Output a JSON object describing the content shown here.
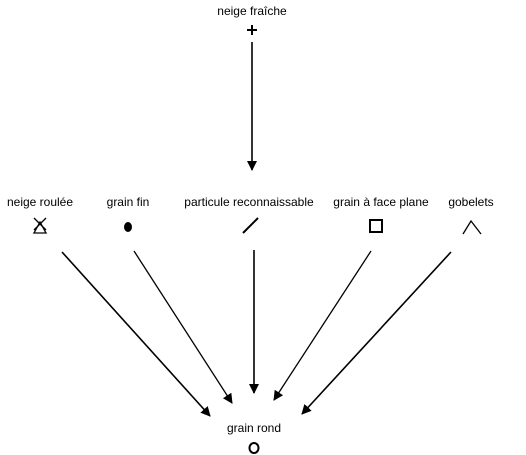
{
  "diagram": {
    "top": {
      "label": "neige fraîche",
      "symbol": "plus-icon"
    },
    "middle": [
      {
        "id": "neige-roulee",
        "label": "neige roulée",
        "symbol": "rolled-snow-icon"
      },
      {
        "id": "grain-fin",
        "label": "grain fin",
        "symbol": "filled-dot-icon"
      },
      {
        "id": "particule-reconnaissable",
        "label": "particule reconnaissable",
        "symbol": "slash-icon"
      },
      {
        "id": "grain-face-plane",
        "label": "grain à face plane",
        "symbol": "square-icon"
      },
      {
        "id": "gobelets",
        "label": "gobelets",
        "symbol": "caret-icon"
      }
    ],
    "bottom": {
      "label": "grain rond",
      "symbol": "circle-icon"
    },
    "colors": {
      "ink": "#000000",
      "background": "#ffffff"
    }
  }
}
